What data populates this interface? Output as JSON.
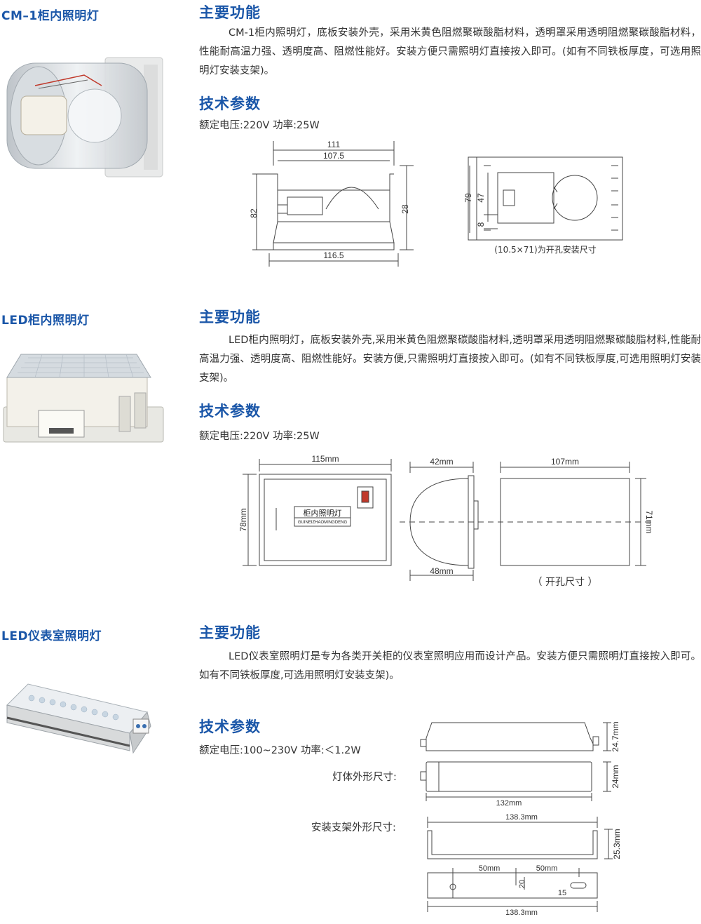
{
  "products": [
    {
      "name": "CM–1柜内照明灯",
      "features_heading": "主要功能",
      "features_text": "CM-1柜内照明灯，底板安装外壳，采用米黄色阻燃聚碳酸脂材料，透明罩采用透明阻燃聚碳酸脂材料，性能耐高温力强、透明度高、阻燃性能好。安装方便只需照明灯直接按入即可。(如有不同铁板厚度，可选用照明灯安装支架)。",
      "specs_heading": "技术参数",
      "specs_text": "额定电压:220V  功率:25W",
      "dims": {
        "w111": "111",
        "w107": "107.5",
        "h82": "82",
        "h28": "28",
        "w116": "116.5",
        "h79": "79",
        "h47": "47",
        "h8": "8",
        "cutout": "(10.5×71)为开孔安装尺寸"
      }
    },
    {
      "name": "LED柜内照明灯",
      "features_heading": "主要功能",
      "features_text": "LED柜内照明灯，底板安装外壳,采用米黄色阻燃聚碳酸脂材料,透明罩采用透明阻燃聚碳酸脂材料,性能耐高温力强、透明度高、阻燃性能好。安装方便,只需照明灯直接按入即可。(如有不同铁板厚度,可选用照明灯安装支架)。",
      "specs_heading": "技术参数",
      "specs_text": "额定电压:220V  功率:25W",
      "dims": {
        "w115": "115mm",
        "h78": "78mm",
        "label_cn": "柜内照明灯",
        "label_py": "GUINEIZHAOMINGDENG",
        "w42": "42mm",
        "w48": "48mm",
        "w107": "107mm",
        "h71": "71mm",
        "cutout": "（ 开孔尺寸 ）"
      }
    },
    {
      "name": "LED仪表室照明灯",
      "features_heading": "主要功能",
      "features_text": "LED仪表室照明灯是专为各类开关柜的仪表室照明应用而设计产品。安装方便只需照明灯直接按入即可。如有不同铁板厚度,可选用照明灯安装支架)。",
      "specs_heading": "技术参数",
      "specs_text": "额定电压:100~230V  功率:＜1.2W",
      "body_label": "灯体外形尺寸:",
      "bracket_label": "安装支架外形尺寸:",
      "dims": {
        "h247": "24.7mm",
        "h24": "24mm",
        "w132": "132mm",
        "w1383a": "138.3mm",
        "h253": "25.3mm",
        "w50a": "50mm",
        "w50b": "50mm",
        "h20": "20",
        "w15": "15",
        "w1383b": "138.3mm"
      }
    }
  ]
}
